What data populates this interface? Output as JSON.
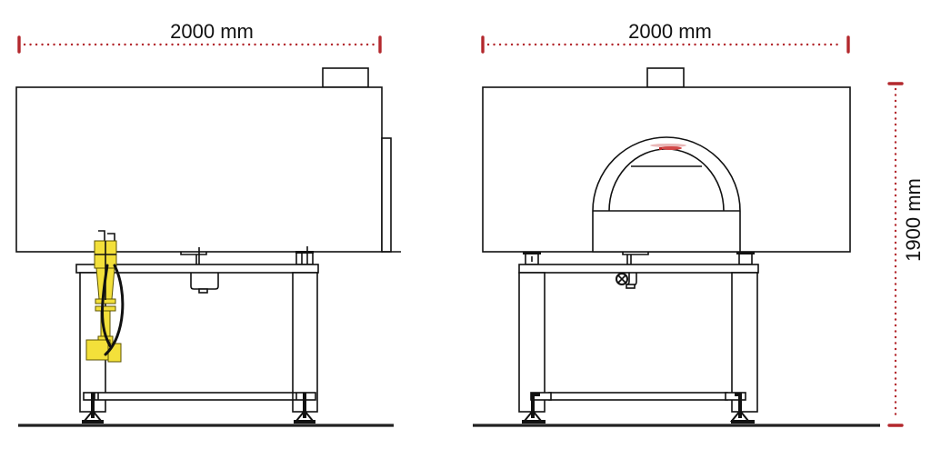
{
  "diagram": {
    "type": "technical-dimension-drawing",
    "colors": {
      "dimension": "#b3282d",
      "outline": "#111111",
      "gas_valve": "#f3e03a",
      "background": "#ffffff"
    },
    "views": [
      {
        "id": "side-view",
        "width_label": "2000 mm",
        "components": [
          "oven-body",
          "chimney-stub",
          "rear-panel",
          "stand-frame",
          "gas-valve-assembly",
          "adjustable-feet",
          "floor-line"
        ]
      },
      {
        "id": "front-view",
        "width_label": "2000 mm",
        "height_label": "1900 mm",
        "components": [
          "oven-body",
          "chimney-stub",
          "arched-oven-mouth",
          "logo-mark",
          "stand-frame",
          "gas-knob",
          "adjustable-feet",
          "floor-line"
        ]
      }
    ],
    "dimensions": {
      "side_width": "2000 mm",
      "front_width": "2000 mm",
      "overall_height": "1900 mm"
    }
  }
}
